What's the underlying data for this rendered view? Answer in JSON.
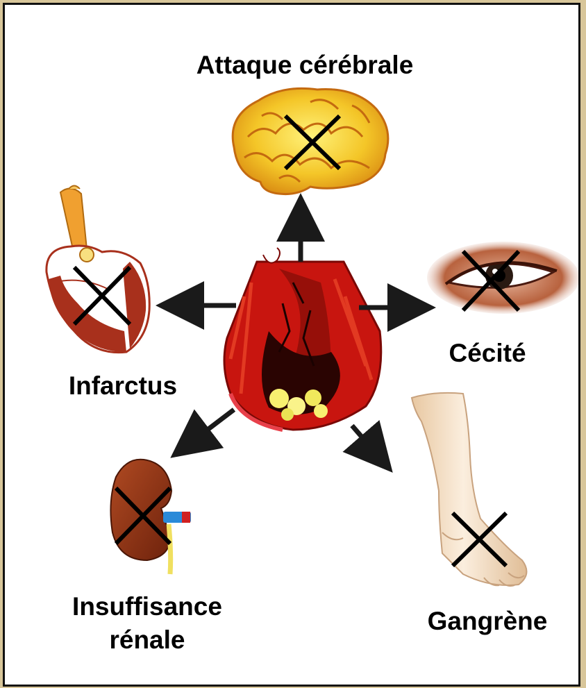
{
  "labels": {
    "stroke": "Attaque cérébrale",
    "heart_attack": "Infarctus",
    "blindness": "Cécité",
    "kidney_line1": "Insuffisance",
    "kidney_line2": "rénale",
    "gangrene": "Gangrène"
  },
  "colors": {
    "border_outer": "#d8c69a",
    "frame": "#111111",
    "artery_red": "#c8150f",
    "artery_dark": "#5a0a06",
    "brain_yellow": "#f2c12a",
    "brain_outline": "#c46a10",
    "eye_skin": "#c07a5a",
    "heart_red": "#a8301c",
    "heart_tube": "#f0a030",
    "kidney_brown": "#8a3216",
    "leg_skin": "#f2dcc0",
    "plaque": "#f8f070",
    "cross": "#000000"
  },
  "icons": [
    "artery-icon",
    "brain-icon",
    "heart-icon",
    "eye-icon",
    "kidney-icon",
    "leg-icon"
  ]
}
